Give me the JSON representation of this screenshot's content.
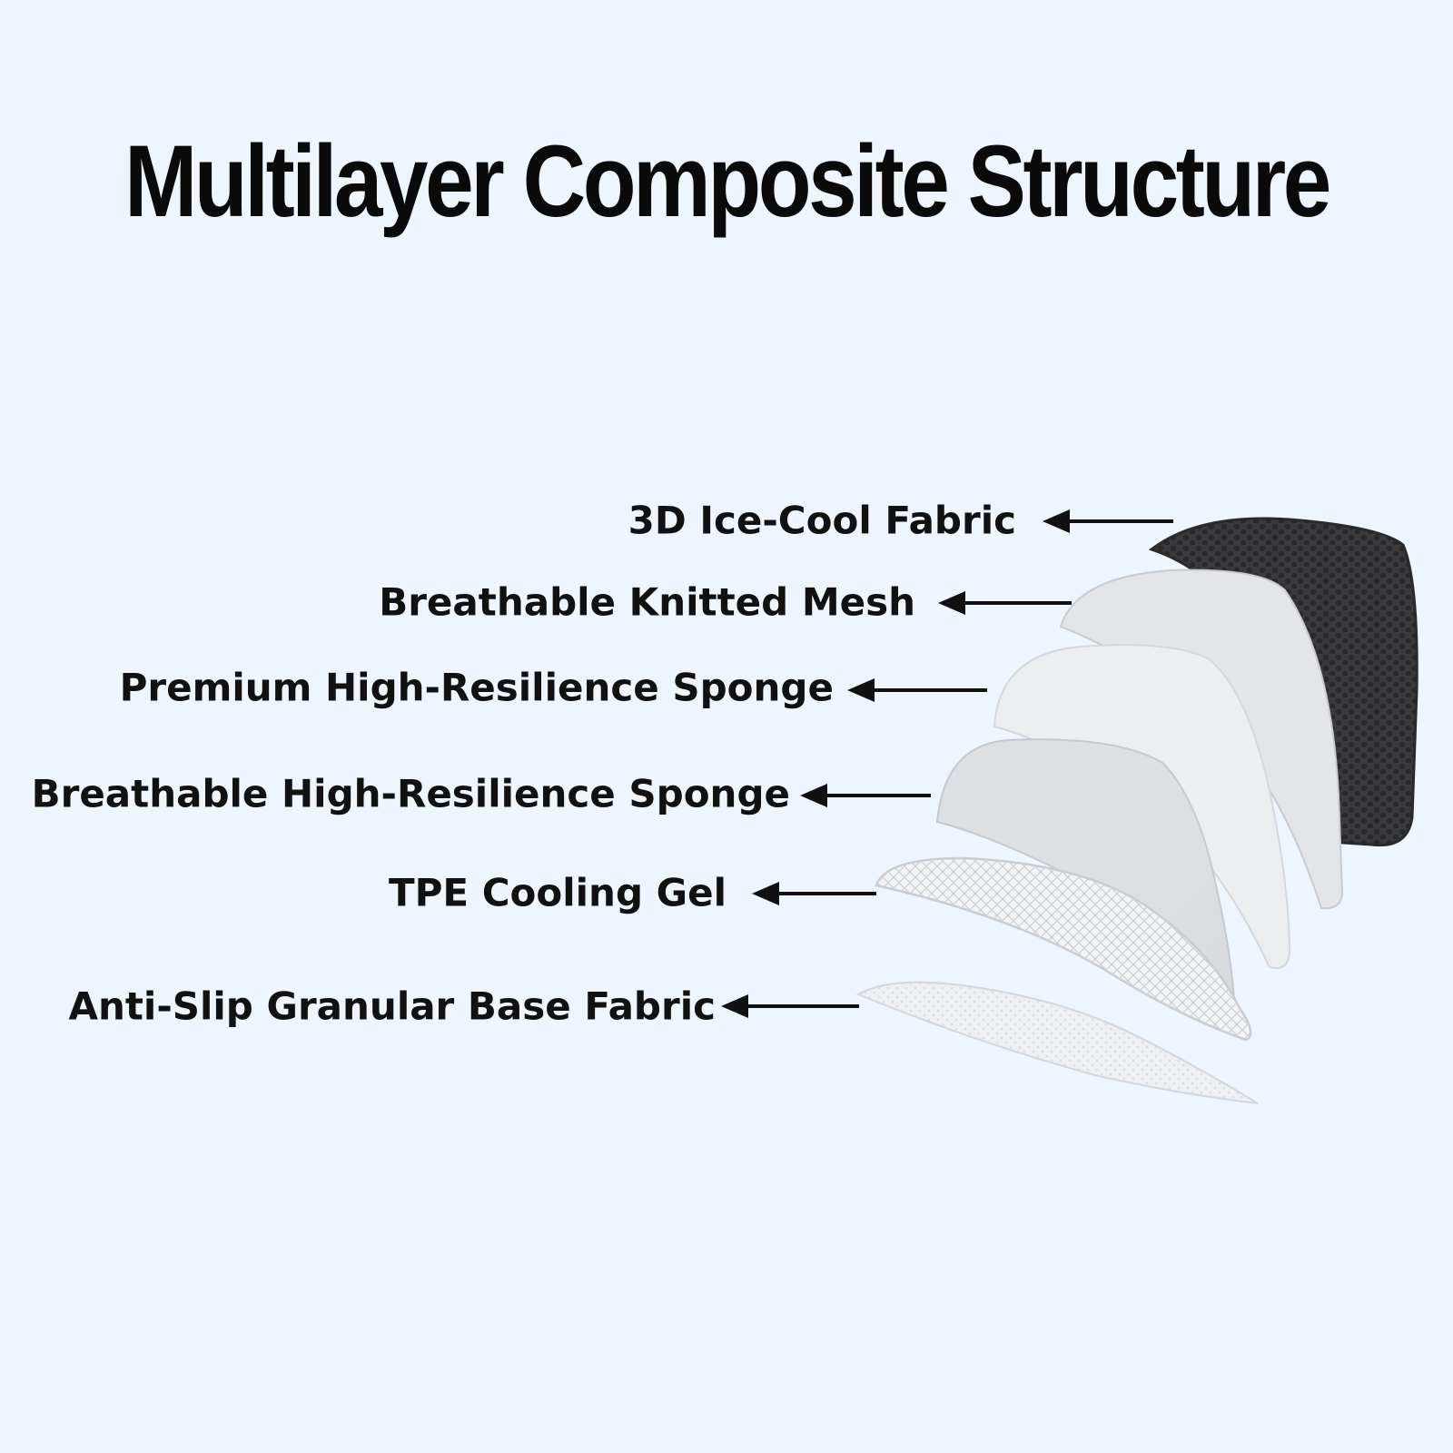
{
  "title": "Multilayer Composite Structure",
  "layers": [
    {
      "label": "3D Ice-Cool Fabric"
    },
    {
      "label": "Breathable Knitted Mesh"
    },
    {
      "label": "Premium High-Resilience Sponge"
    },
    {
      "label": "Breathable High-Resilience Sponge"
    },
    {
      "label": "TPE Cooling Gel"
    },
    {
      "label": "Anti-Slip Granular Base Fabric"
    }
  ],
  "colors": {
    "background": "#eff5fd",
    "text": "#111111",
    "ice_cool_fabric": "#3a3a3c"
  }
}
